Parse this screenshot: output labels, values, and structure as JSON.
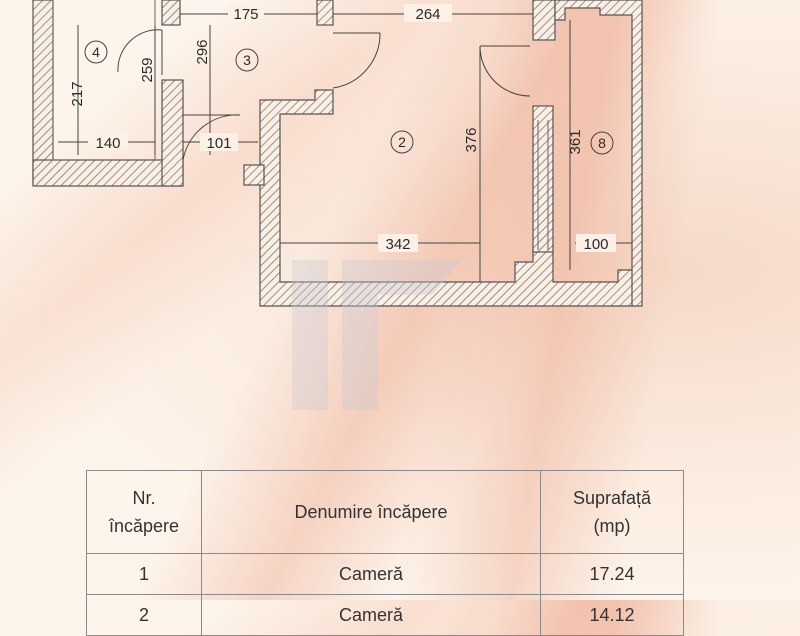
{
  "plan": {
    "dimensions": {
      "d175": "175",
      "d264": "264",
      "d217": "217",
      "d259": "259",
      "d296": "296",
      "d140": "140",
      "d101": "101",
      "d376": "376",
      "d361": "361",
      "d342": "342",
      "d100": "100"
    },
    "rooms": {
      "r4": "4",
      "r3": "3",
      "r2": "2",
      "r8": "8"
    }
  },
  "table": {
    "headers": {
      "nr": "Nr.\nîncăpere",
      "name": "Denumire încăpere",
      "area": "Suprafață\n(mp)"
    },
    "rows": [
      {
        "nr": "1",
        "name": "Cameră",
        "area": "17.24"
      },
      {
        "nr": "2",
        "name": "Cameră",
        "area": "14.12"
      }
    ]
  }
}
